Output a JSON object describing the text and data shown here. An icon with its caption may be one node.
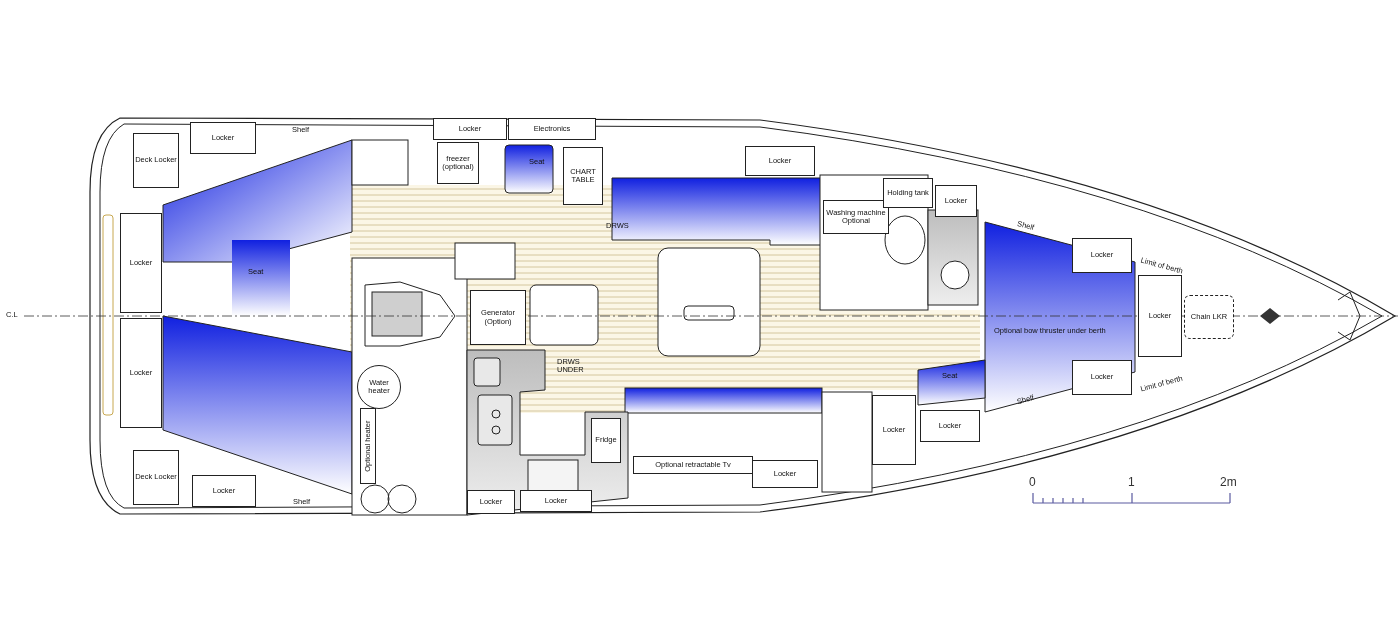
{
  "diagram": {
    "nodes": [
      {
        "text": [
          "Deck Locker"
        ]
      },
      {
        "text": [
          "Locker"
        ]
      },
      {
        "text": [
          "Locker"
        ]
      },
      {
        "text": [
          "Locker"
        ]
      },
      {
        "text": [
          "Deck Locker"
        ]
      },
      {
        "text": [
          "Locker"
        ]
      },
      {
        "text": [
          "Locker"
        ]
      },
      {
        "text": [
          "Electronics"
        ]
      },
      {
        "text": [
          "freezer (optional)"
        ]
      },
      {
        "text": [
          "CHART TABLE"
        ]
      },
      {
        "text": [
          "Locker"
        ]
      },
      {
        "text": [
          "Generator (Option)"
        ]
      },
      {
        "text": [
          "Water heater"
        ]
      },
      {
        "text": [
          "Optional heater"
        ]
      },
      {
        "text": [
          "Fridge"
        ]
      },
      {
        "text": [
          "Optional retractable Tv"
        ]
      },
      {
        "text": [
          "Locker"
        ]
      },
      {
        "text": [
          "Locker"
        ]
      },
      {
        "text": [
          "Locker"
        ]
      },
      {
        "text": [
          "Washing machine Optional"
        ]
      },
      {
        "text": [
          "Holding tank"
        ]
      },
      {
        "text": [
          "Locker"
        ]
      },
      {
        "text": [
          "Locker"
        ]
      },
      {
        "text": [
          "Locker"
        ]
      },
      {
        "text": [
          "Chain LKR"
        ]
      },
      {
        "text": [
          "Locker"
        ]
      },
      {
        "text": [
          "Locker"
        ]
      },
      {
        "text": [
          "Locker"
        ]
      }
    ],
    "labels": [
      "C.L",
      "Shelf",
      "Seat",
      "Seat",
      "DRWS",
      "DRWS UNDER",
      "Shelf",
      "Shelf",
      "Optional bow thruster under berth",
      "Seat",
      "Shelf",
      "Limit of berth",
      "Limit of berth",
      "0",
      "1",
      "2m"
    ]
  }
}
